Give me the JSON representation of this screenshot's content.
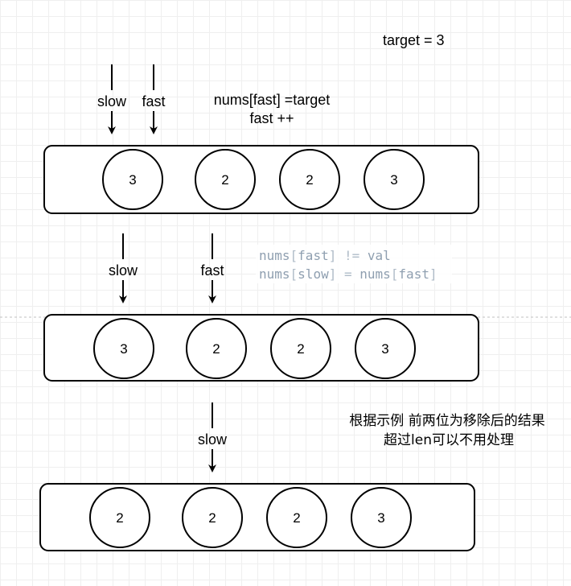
{
  "target_label": "target = 3",
  "step1": {
    "pointer_slow": "slow",
    "pointer_fast": "fast",
    "note_line1": "nums[fast] =target",
    "note_line2": "fast ++",
    "values": [
      "3",
      "2",
      "2",
      "3"
    ]
  },
  "step2": {
    "pointer_slow": "slow",
    "pointer_fast": "fast",
    "code_line1": [
      "nums",
      "[",
      "fast",
      "]",
      " != ",
      "val"
    ],
    "code_line2": [
      "nums",
      "[",
      "slow",
      "]",
      " = ",
      "nums",
      "[",
      "fast",
      "]"
    ],
    "values": [
      "3",
      "2",
      "2",
      "3"
    ]
  },
  "step3": {
    "pointer_slow": "slow",
    "note_line1": "根据示例 前两位为移除后的结果",
    "note_line2": "超过len可以不用处理",
    "values": [
      "2",
      "2",
      "2",
      "3"
    ]
  },
  "colors": {
    "stroke": "#000000",
    "code_text": "#8f9fb0",
    "code_punct": "#b0bcc8",
    "divider": "#c0c0c0"
  }
}
